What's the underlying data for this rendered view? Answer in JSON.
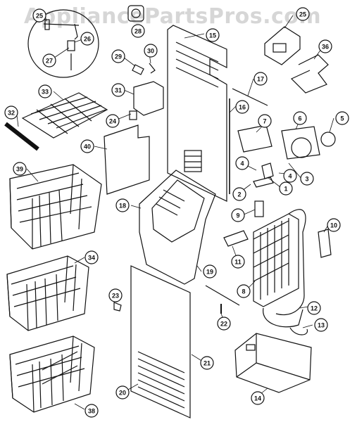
{
  "watermark": "AppliancePartsPros.com",
  "colors": {
    "ink": "#111111",
    "paper": "#ffffff",
    "watermark": "#b4b4b4"
  },
  "callouts": [
    {
      "id": "25a",
      "label": "25"
    },
    {
      "id": "28",
      "label": "28"
    },
    {
      "id": "26",
      "label": "26"
    },
    {
      "id": "27",
      "label": "27"
    },
    {
      "id": "15",
      "label": "15"
    },
    {
      "id": "25b",
      "label": "25"
    },
    {
      "id": "36",
      "label": "36"
    },
    {
      "id": "29",
      "label": "29"
    },
    {
      "id": "30",
      "label": "30"
    },
    {
      "id": "17",
      "label": "17"
    },
    {
      "id": "33",
      "label": "33"
    },
    {
      "id": "31",
      "label": "31"
    },
    {
      "id": "16",
      "label": "16"
    },
    {
      "id": "7",
      "label": "7"
    },
    {
      "id": "6",
      "label": "6"
    },
    {
      "id": "5",
      "label": "5"
    },
    {
      "id": "32",
      "label": "32"
    },
    {
      "id": "24",
      "label": "24"
    },
    {
      "id": "40",
      "label": "40"
    },
    {
      "id": "4a",
      "label": "4"
    },
    {
      "id": "4b",
      "label": "4"
    },
    {
      "id": "3",
      "label": "3"
    },
    {
      "id": "39",
      "label": "39"
    },
    {
      "id": "2",
      "label": "2"
    },
    {
      "id": "1",
      "label": "1"
    },
    {
      "id": "18",
      "label": "18"
    },
    {
      "id": "9",
      "label": "9"
    },
    {
      "id": "10",
      "label": "10"
    },
    {
      "id": "11",
      "label": "11"
    },
    {
      "id": "34",
      "label": "34"
    },
    {
      "id": "19",
      "label": "19"
    },
    {
      "id": "8",
      "label": "8"
    },
    {
      "id": "23",
      "label": "23"
    },
    {
      "id": "22",
      "label": "22"
    },
    {
      "id": "12",
      "label": "12"
    },
    {
      "id": "13",
      "label": "13"
    },
    {
      "id": "21",
      "label": "21"
    },
    {
      "id": "20",
      "label": "20"
    },
    {
      "id": "14",
      "label": "14"
    },
    {
      "id": "38",
      "label": "38"
    }
  ]
}
